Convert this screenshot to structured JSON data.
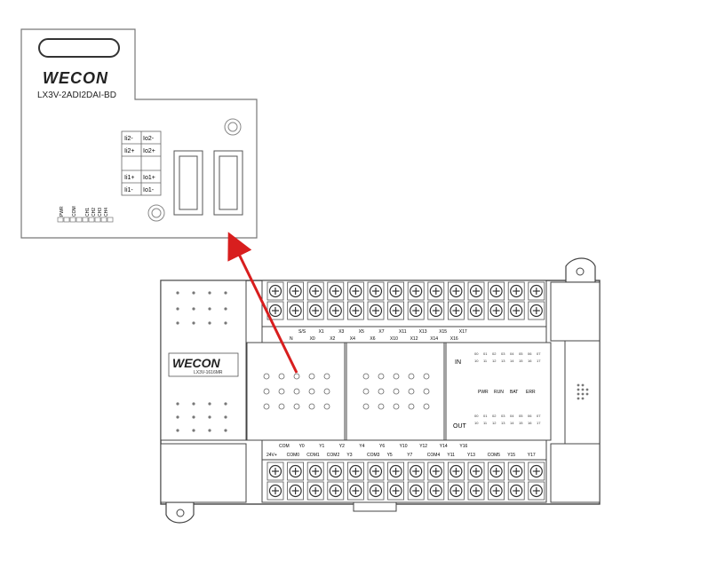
{
  "expansion_board": {
    "brand": "WECON",
    "model": "LX3V-2ADI2DAI-BD",
    "terminals_left": [
      "Ii2-",
      "Ii2+",
      "Ii1+",
      "Ii1-"
    ],
    "terminals_right": [
      "Io2-",
      "Io2+",
      "Io1+",
      "Io1-"
    ],
    "leds": [
      "PWR",
      "COM",
      "CH1",
      "CH2",
      "CH3",
      "CH4"
    ]
  },
  "plc": {
    "brand": "WECON",
    "model": "LX3V-1616MR",
    "top_row_labels": [
      "S/S",
      "X1",
      "X3",
      "X5",
      "X7",
      "X11",
      "X13",
      "X15",
      "X17"
    ],
    "top_row2_labels": [
      "N",
      "X0",
      "X2",
      "X4",
      "X6",
      "X10",
      "X12",
      "X14",
      "X16"
    ],
    "bottom_row_labels": [
      "COM",
      "Y0",
      "Y1",
      "Y2",
      "Y4",
      "Y6",
      "Y10",
      "Y12",
      "Y14",
      "Y16"
    ],
    "bottom_row2_labels": [
      "24V+",
      "COM0",
      "COM1",
      "COM2",
      "Y3",
      "COM3",
      "Y5",
      "Y7",
      "COM4",
      "Y11",
      "Y13",
      "COM5",
      "Y15",
      "Y17"
    ],
    "status_in": "IN",
    "status_out": "OUT",
    "status_leds": [
      "PWR",
      "RUN",
      "BAT",
      "ERR"
    ],
    "io_digits_top": [
      "00",
      "01",
      "02",
      "03",
      "04",
      "05",
      "06",
      "07"
    ],
    "io_digits_bottom": [
      "10",
      "11",
      "12",
      "13",
      "14",
      "15",
      "16",
      "17"
    ]
  },
  "colors": {
    "arrow": "#d81e1e",
    "line": "#555555"
  }
}
